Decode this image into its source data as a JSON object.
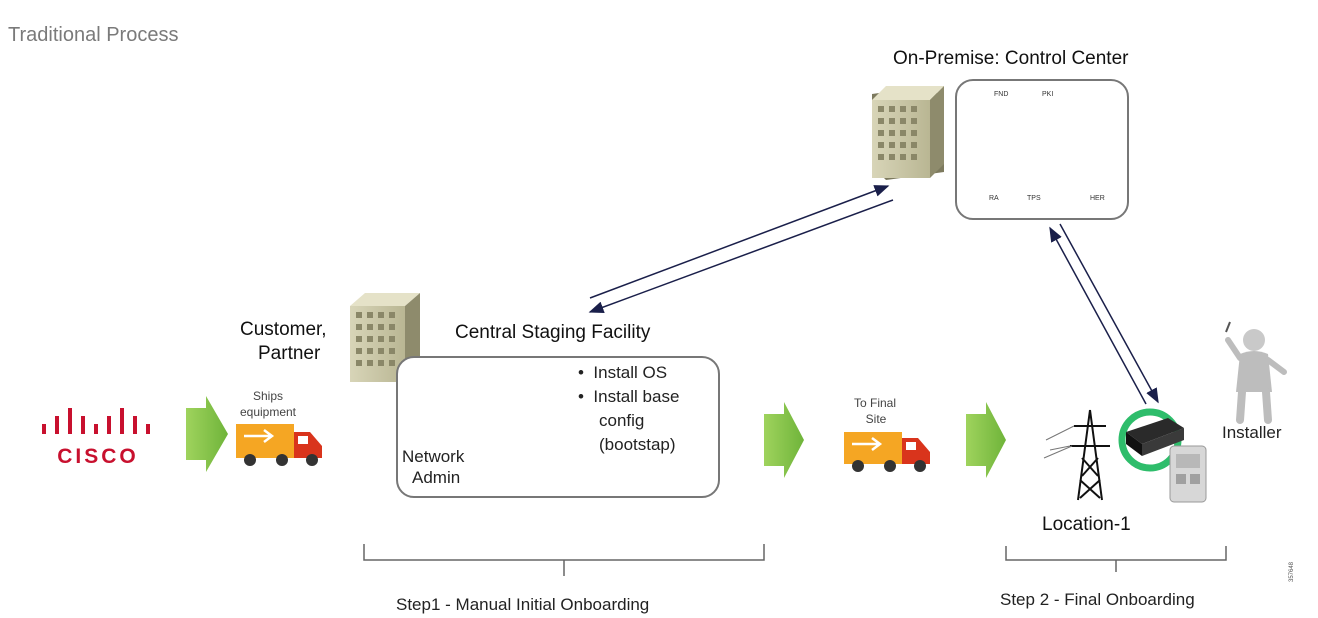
{
  "title": "Traditional Process",
  "control_center": {
    "label": "On-Premise: Control Center",
    "servers": [
      "FND",
      "PKI"
    ],
    "routers": [
      "RA",
      "TPS",
      "HER"
    ]
  },
  "customer": {
    "label_line1": "Customer,",
    "label_line2": "Partner"
  },
  "shipping": {
    "label_line1": "Ships",
    "label_line2": "equipment"
  },
  "staging": {
    "label": "Central Staging Facility",
    "admin_line1": "Network",
    "admin_line2": "Admin",
    "bullets": [
      "Install OS",
      "Install base",
      "config",
      "(bootstap)"
    ]
  },
  "to_final": {
    "label_line1": "To Final",
    "label_line2": "Site"
  },
  "location": {
    "label": "Location-1"
  },
  "installer": {
    "label": "Installer"
  },
  "steps": {
    "step1": "Step1 - Manual Initial Onboarding",
    "step2": "Step 2 - Final Onboarding"
  },
  "brand": {
    "name": "CISCO",
    "color": "#c8102e"
  },
  "figure_number": "357648",
  "colors": {
    "arrow_green": "#8cc84b",
    "truck_orange": "#f5a623",
    "truck_red": "#d9341c",
    "router_blue": "#5b9bd5"
  }
}
